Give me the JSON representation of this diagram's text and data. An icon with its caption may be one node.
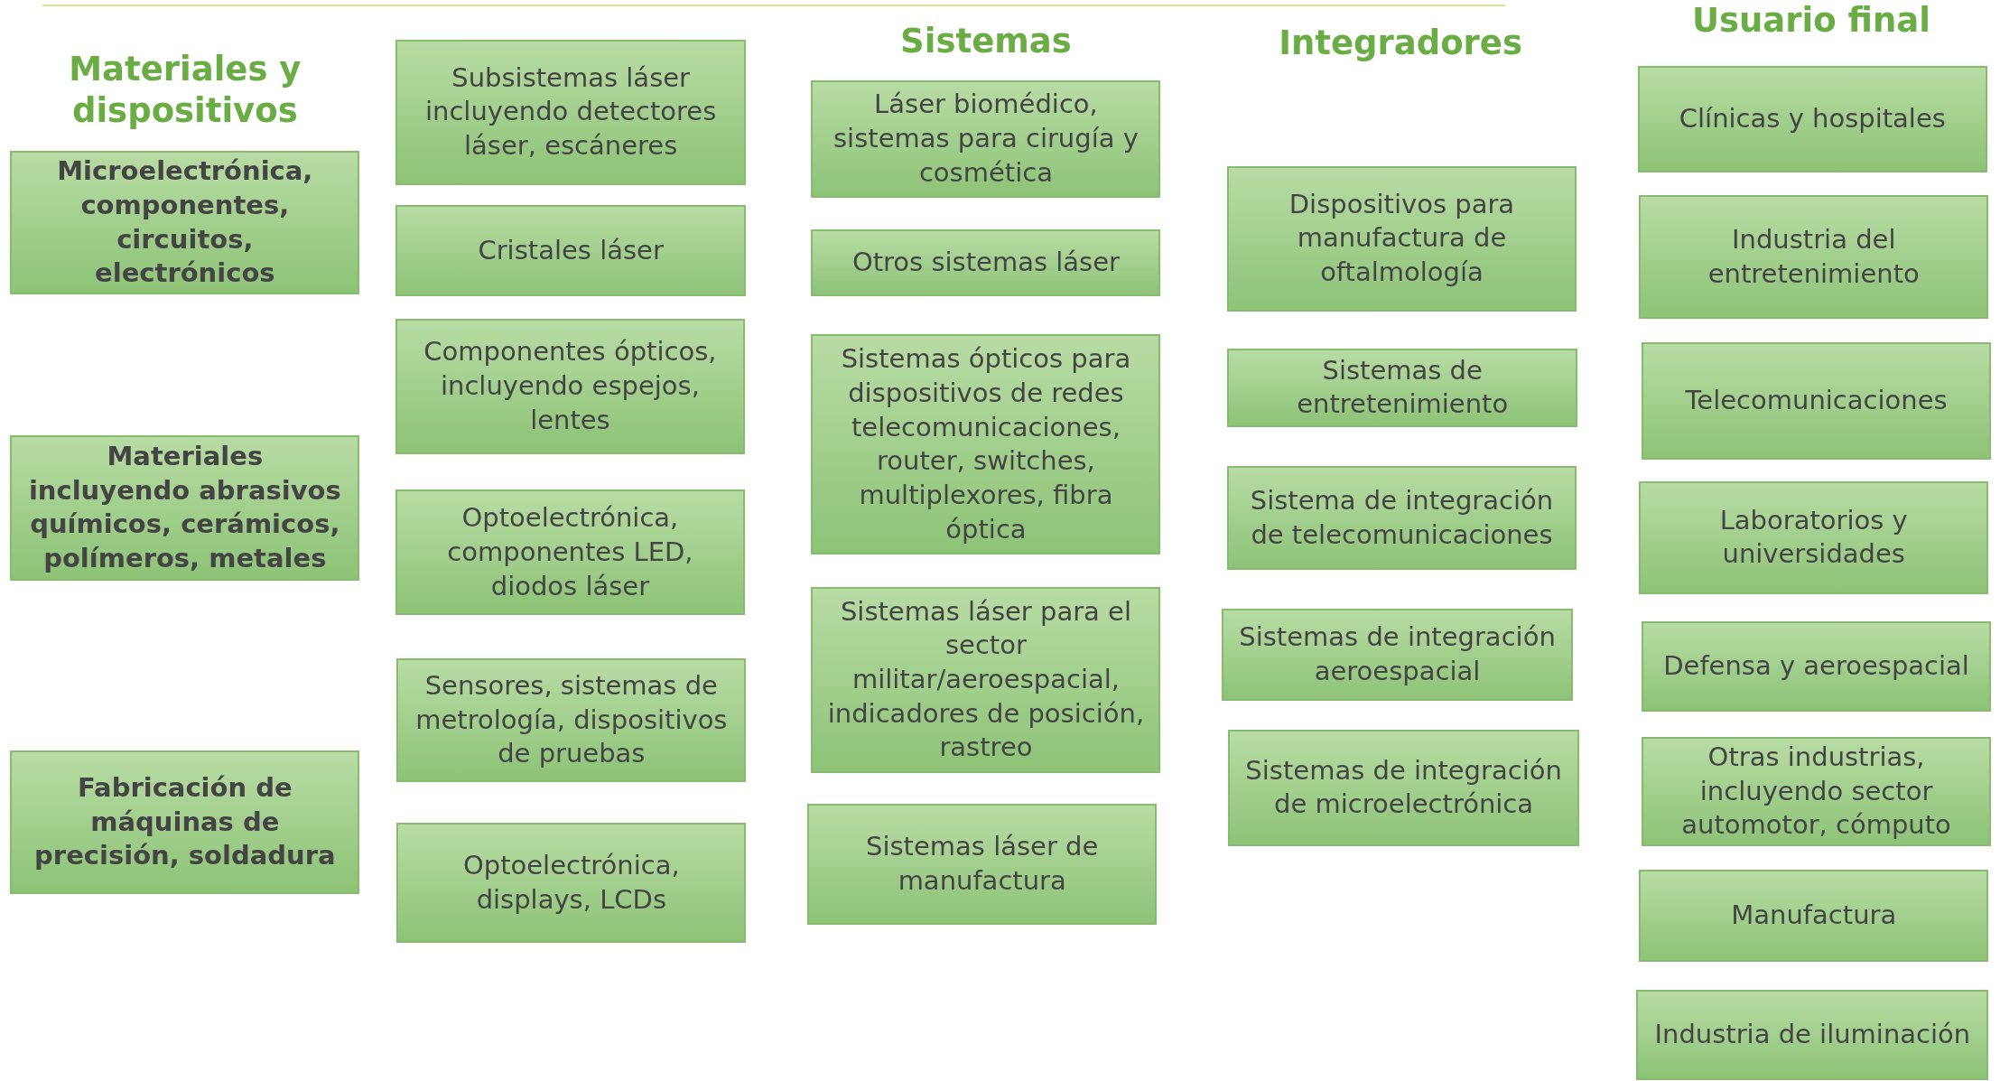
{
  "diagram": {
    "nodes": [
      {
        "text": [
          "Microelectrónica, componentes, circuitos, electrónicos"
        ]
      },
      {
        "text": [
          "Materiales incluyendo abrasivos químicos, cerámicos, polímeros, metales"
        ]
      },
      {
        "text": [
          "Fabricación de máquinas de precisión, soldadura"
        ]
      },
      {
        "text": [
          "Subsistemas láser incluyendo detectores láser, escáneres"
        ]
      },
      {
        "text": [
          "Cristales láser"
        ]
      },
      {
        "text": [
          "Componentes ópticos, incluyendo espejos, lentes"
        ]
      },
      {
        "text": [
          "Optoelectrónica, componentes LED, diodos láser"
        ]
      },
      {
        "text": [
          "Sensores, sistemas de metrología, dispositivos de pruebas"
        ]
      },
      {
        "text": [
          "Optoelectrónica, displays, LCDs"
        ]
      },
      {
        "text": [
          "Láser biomédico, sistemas para cirugía y cosmética"
        ]
      },
      {
        "text": [
          "Otros sistemas láser"
        ]
      },
      {
        "text": [
          "Sistemas ópticos para dispositivos de redes telecomunicaciones, router, switches, multiplexores, fibra óptica"
        ]
      },
      {
        "text": [
          "Sistemas láser para el sector militar/aeroespacial, indicadores de posición, rastreo"
        ]
      },
      {
        "text": [
          "Sistemas láser de manufactura"
        ]
      },
      {
        "text": [
          "Dispositivos para manufactura de oftalmología"
        ]
      },
      {
        "text": [
          "Sistemas de entretenimiento"
        ]
      },
      {
        "text": [
          "Sistema de integración de telecomunicaciones"
        ]
      },
      {
        "text": [
          "Sistemas de integración aeroespacial"
        ]
      },
      {
        "text": [
          "Sistemas de integración de microelectrónica"
        ]
      },
      {
        "text": [
          "Clínicas y hospitales"
        ]
      },
      {
        "text": [
          "Industria del entretenimiento"
        ]
      },
      {
        "text": [
          "Telecomunicaciones"
        ]
      },
      {
        "text": [
          "Laboratorios y universidades"
        ]
      },
      {
        "text": [
          "Defensa y aeroespacial"
        ]
      },
      {
        "text": [
          "Otras industrias, incluyendo sector automotor, cómputo"
        ]
      },
      {
        "text": [
          "Manufactura"
        ]
      },
      {
        "text": [
          "Industria de iluminación"
        ]
      }
    ],
    "edges": [],
    "labels": [
      "Materiales y dispositivos",
      "Sistemas",
      "Integradores",
      "Usuario final"
    ]
  }
}
